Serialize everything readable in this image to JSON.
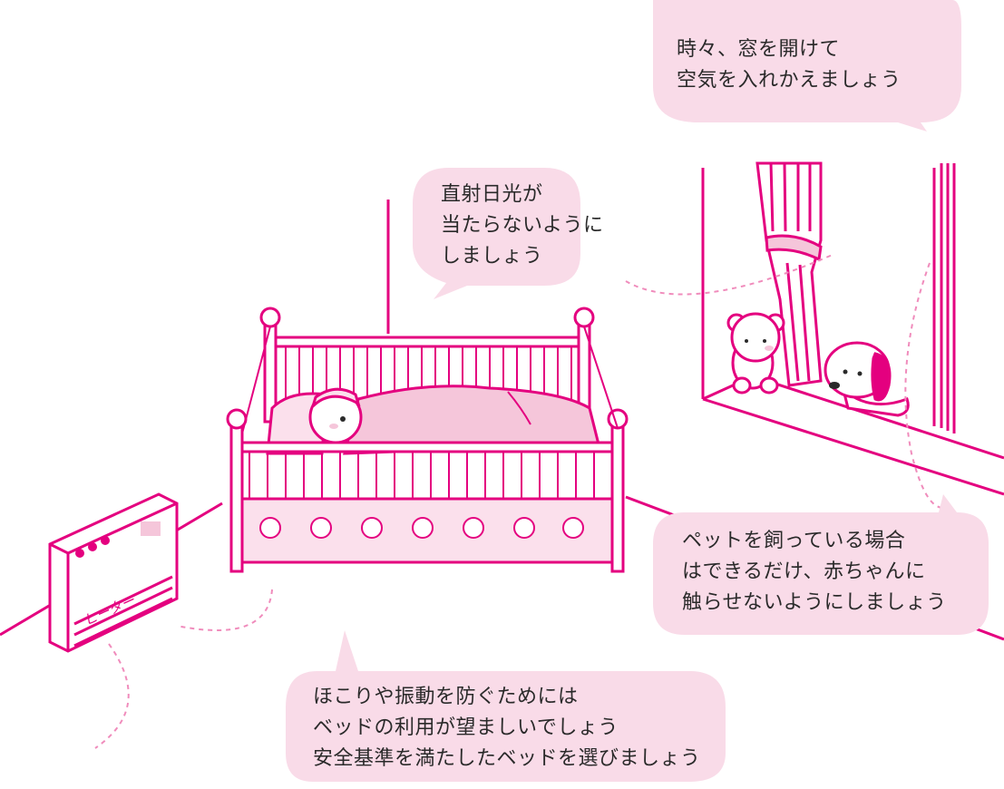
{
  "colors": {
    "line": "#e4007f",
    "bubble": "#f9dbe8",
    "fill_light": "#fbe0ec",
    "fill_mid": "#f5c6da",
    "text": "#2a2a2a",
    "dash": "#f08cbc"
  },
  "bubbles": {
    "window": {
      "lines": [
        "時々、窓を開けて",
        "空気を入れかえましょう"
      ]
    },
    "sunlight": {
      "lines": [
        "直射日光が",
        "当たらないように",
        "しましょう"
      ]
    },
    "pets": {
      "lines": [
        "ペットを飼っている場合",
        "はできるだけ、赤ちゃんに",
        "触らせないようにしましょう"
      ]
    },
    "bed": {
      "lines": [
        "ほこりや振動を防ぐためには",
        "ベッドの利用が望ましいでしょう",
        "安全基準を満たしたベッドを選びましょう"
      ]
    }
  },
  "heater": {
    "label": "ヒーター"
  },
  "icons": [
    "crib-icon",
    "baby-icon",
    "heater-icon",
    "window-icon",
    "curtain-icon",
    "teddy-bear-icon",
    "puppy-icon",
    "bear-face-icon"
  ]
}
